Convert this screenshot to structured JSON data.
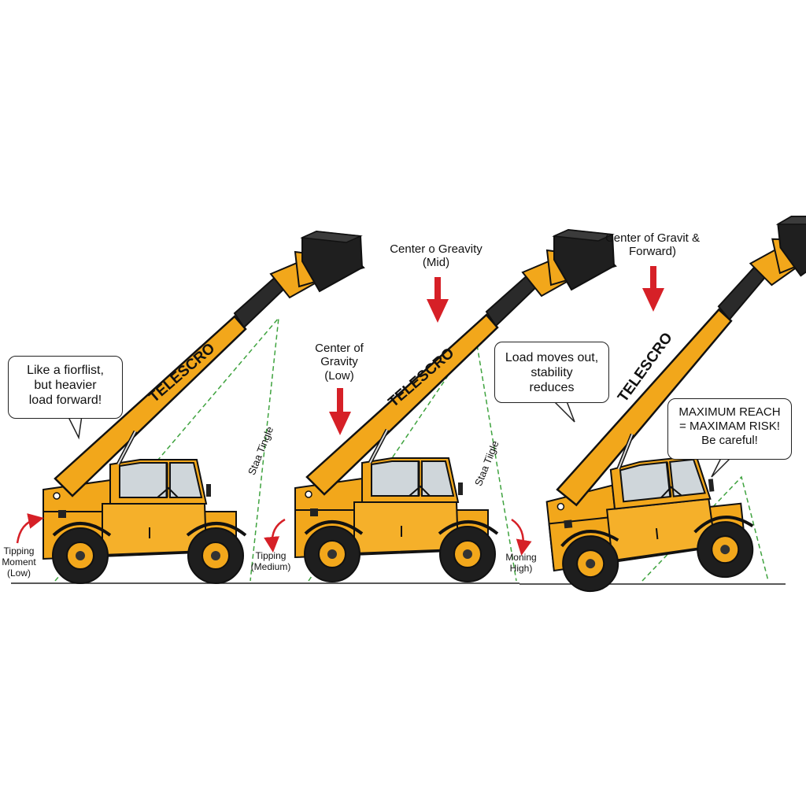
{
  "brand": "TELESCRO",
  "colors": {
    "body": "#F2A71B",
    "body_dark": "#C97E0E",
    "tire": "#1e1e1e",
    "rim": "#F2A71B",
    "arrow": "#D62027",
    "triangle": "#3FA33F",
    "outline": "#111111"
  },
  "bubbles": {
    "left": [
      "Like a fiorflist,",
      "but heavier",
      "load forward!"
    ],
    "middle": [
      "Load moves out,",
      "stability",
      "reduces"
    ],
    "right": [
      "MAXIMUM REACH",
      "= MAXIMAM RISK!",
      "Be careful!"
    ]
  },
  "cog": {
    "low": [
      "Center of",
      "Gravity",
      "(Low)"
    ],
    "mid": [
      "Center o Greavity",
      "(Mid)"
    ],
    "forward": [
      "Center of Gravit &",
      "Forward)"
    ]
  },
  "stability_labels": {
    "first": "Staa Tingle",
    "second": "Staa Tiigle"
  },
  "tipping": {
    "low": [
      "Tipping",
      "Moment",
      "(Low)"
    ],
    "medium": [
      "Tipping",
      "(Medium)"
    ],
    "high": [
      "Moning",
      "High)"
    ]
  },
  "icons": {
    "gravity_arrow": "down-arrow-icon",
    "tipping_arrow": "curved-arrow-icon"
  }
}
